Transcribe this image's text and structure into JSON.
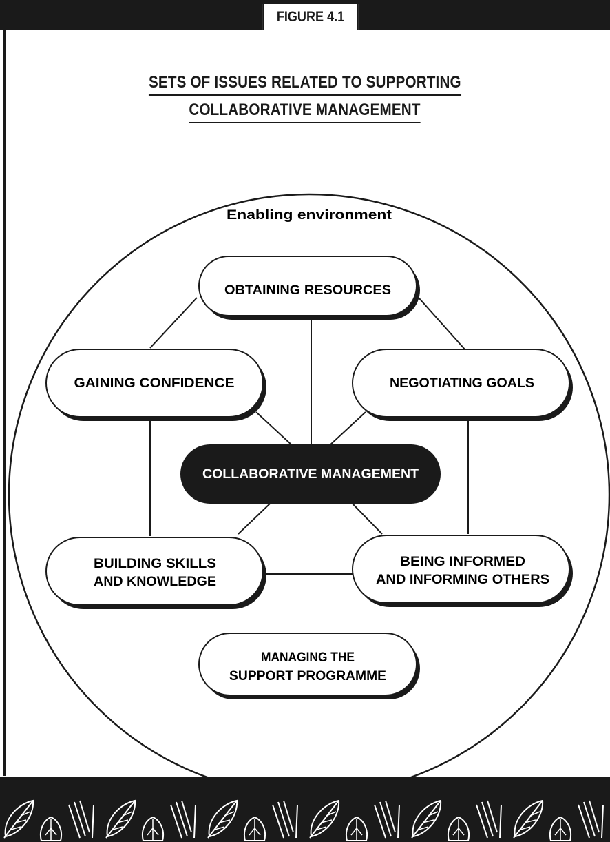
{
  "figure_label": "FIGURE 4.1",
  "title": {
    "line1": "SETS OF ISSUES RELATED TO SUPPORTING",
    "line2": "COLLABORATIVE MANAGEMENT"
  },
  "diagram": {
    "outer_label": "Enabling environment",
    "center": "COLLABORATIVE MANAGEMENT",
    "nodes": {
      "obtaining_resources": [
        "OBTAINING RESOURCES"
      ],
      "gaining_confidence": [
        "GAINING CONFIDENCE"
      ],
      "negotiating_goals": [
        "NEGOTIATING GOALS"
      ],
      "building_skills": [
        "BUILDING SKILLS",
        "AND KNOWLEDGE"
      ],
      "being_informed": [
        "BEING INFORMED",
        "AND INFORMING OTHERS"
      ],
      "managing_support": [
        "MANAGING THE",
        "SUPPORT PROGRAMME"
      ]
    }
  },
  "colors": {
    "ink": "#1a1a1a",
    "paper": "#ffffff"
  }
}
